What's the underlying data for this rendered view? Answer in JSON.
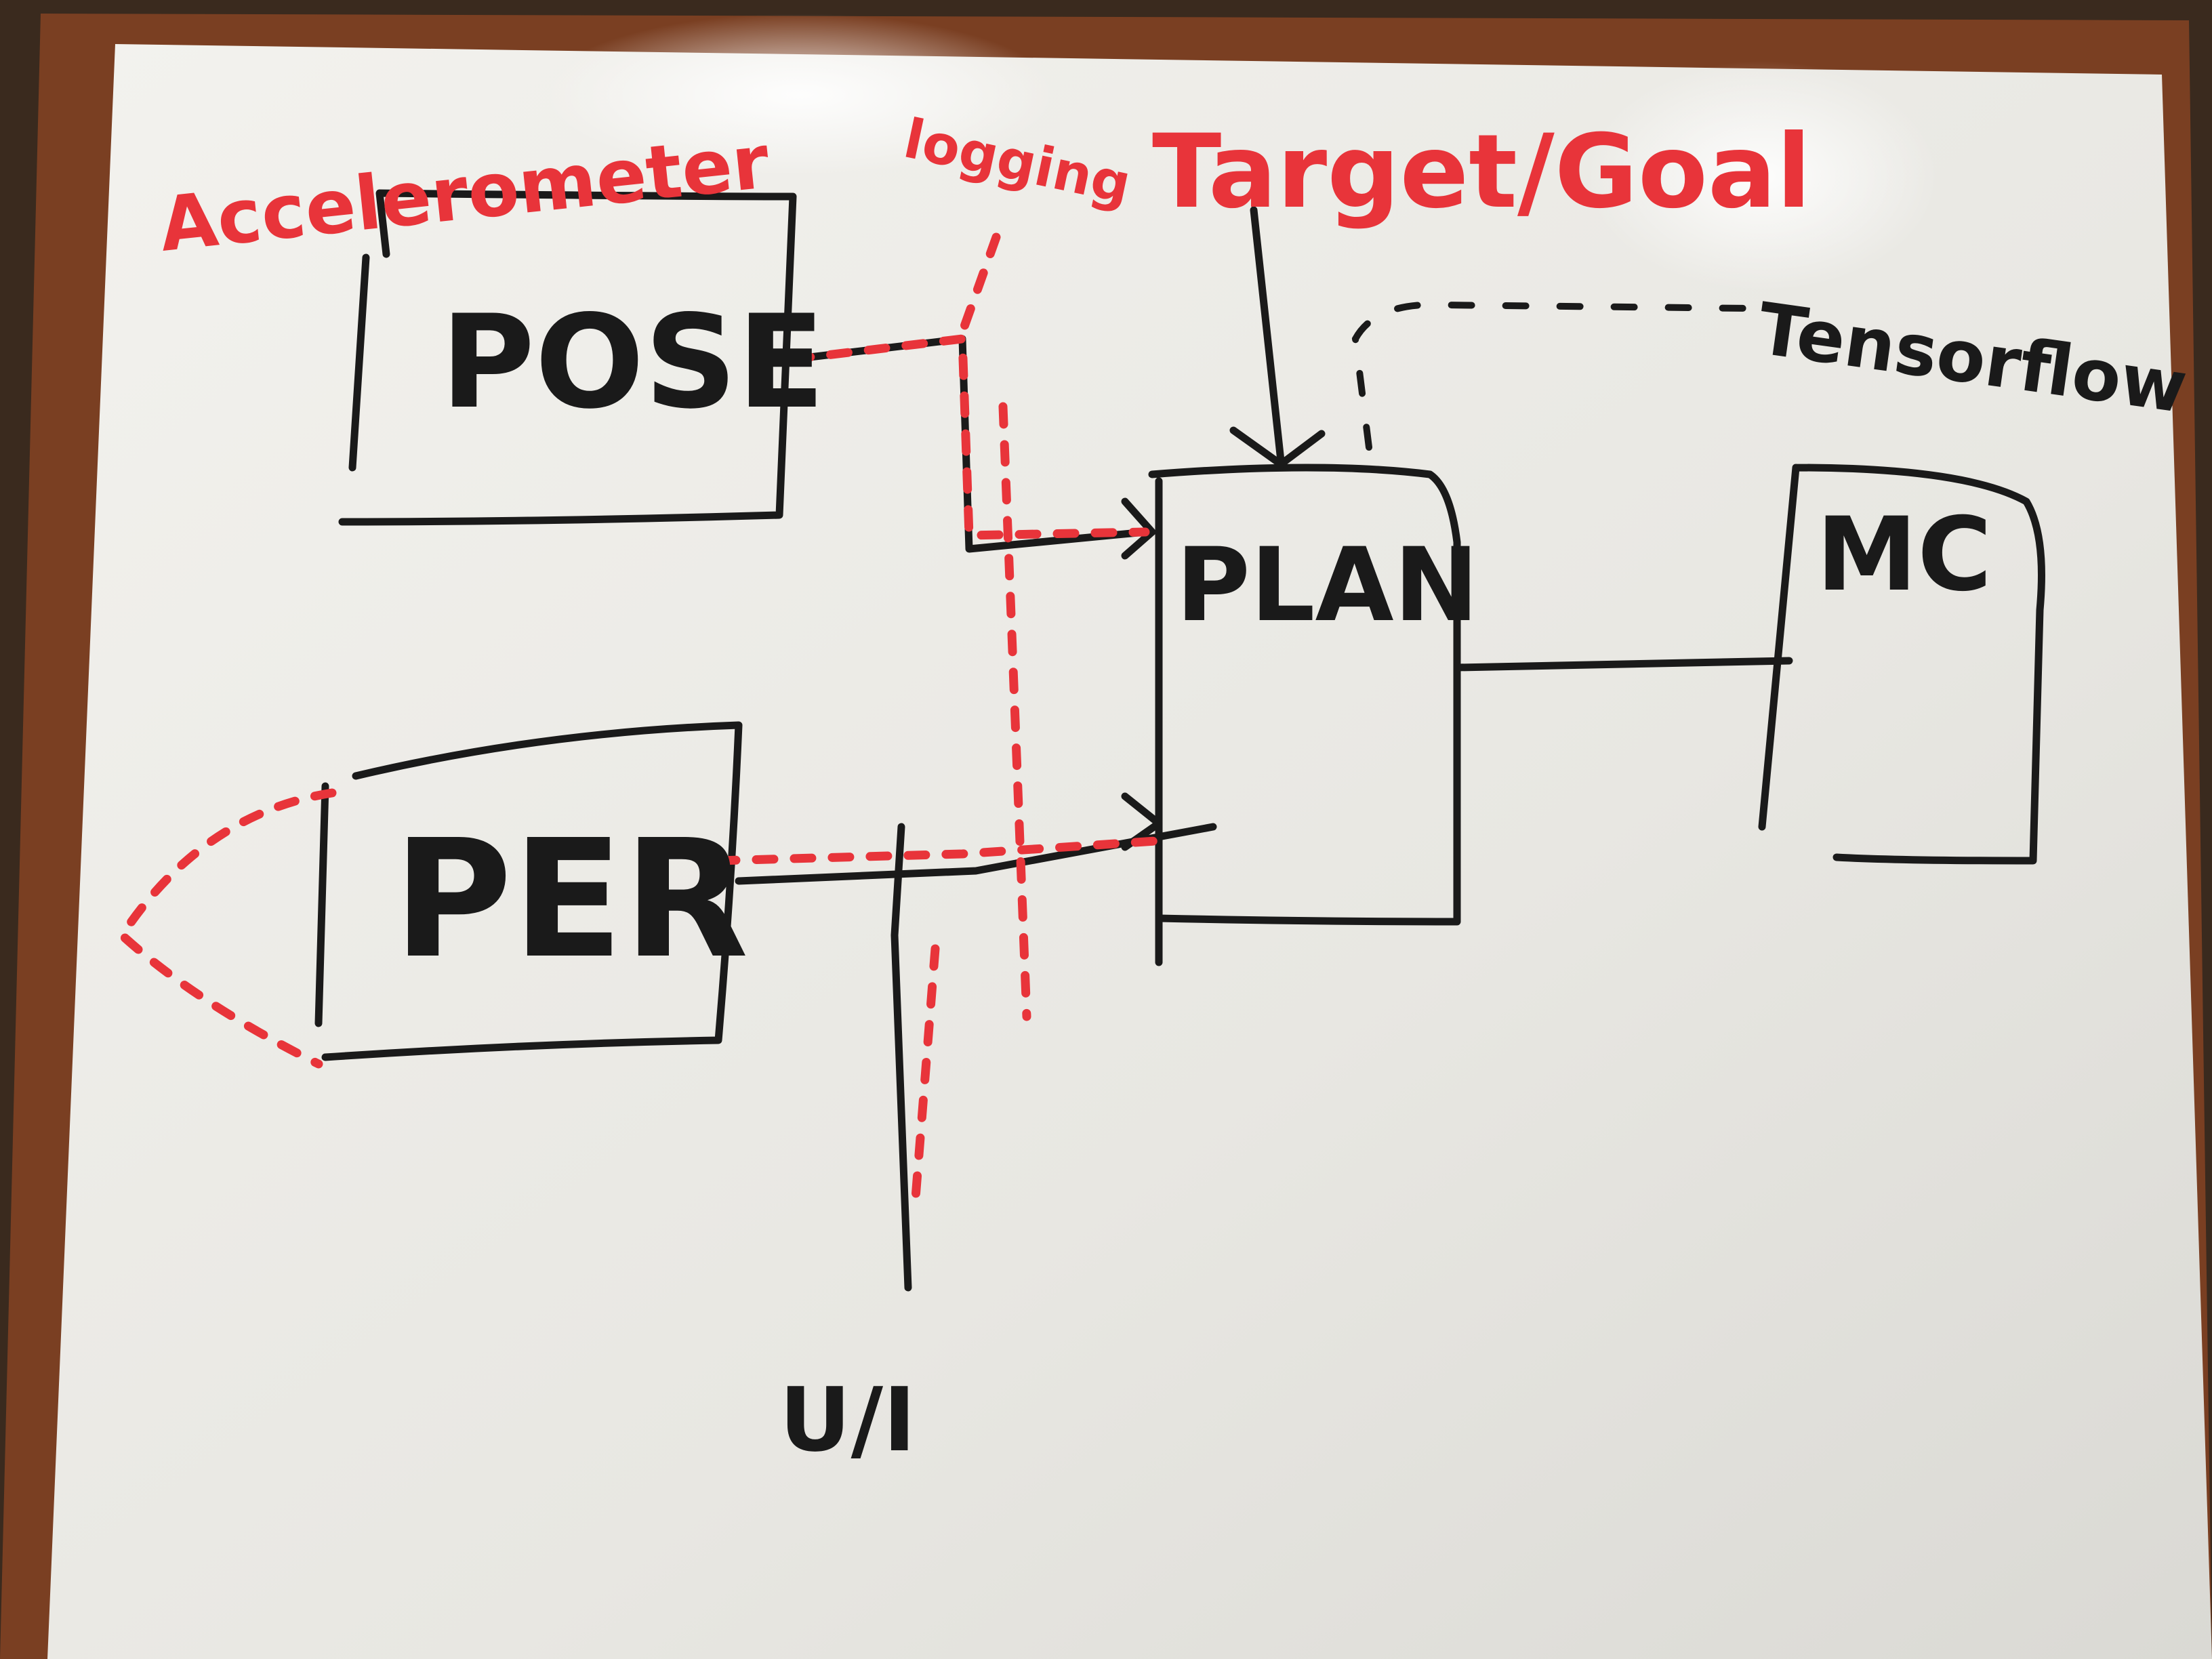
{
  "colors": {
    "frame": "#7a3f22",
    "board": "#ecebe6",
    "black_marker": "#1a1a1a",
    "red_marker": "#e8343a"
  },
  "blocks": {
    "pose": "POSE",
    "per": "PER",
    "plan": "PLAN",
    "mc": "MC"
  },
  "annotations": {
    "accelerometer": "Accelerometer",
    "logging": "logging",
    "target_goal": "Target/Goal",
    "tensorflow": "Tensorflow",
    "ui": "U/I"
  }
}
